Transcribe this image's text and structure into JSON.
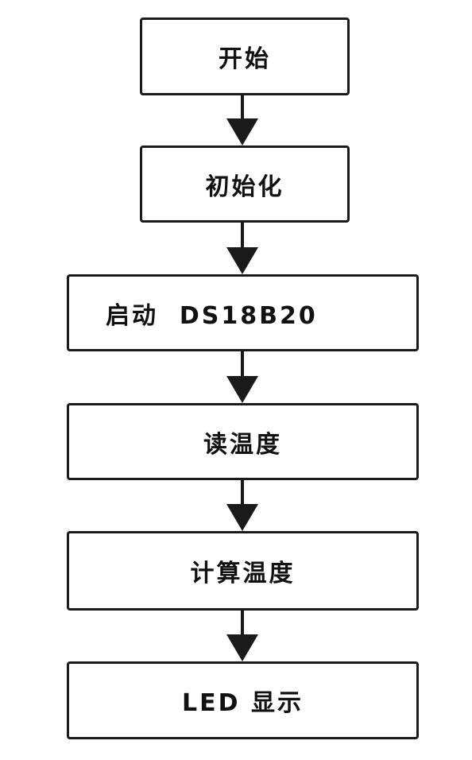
{
  "flowchart": {
    "steps": [
      {
        "id": "start",
        "label": "开始"
      },
      {
        "id": "init",
        "label": "初始化"
      },
      {
        "id": "start-ds18b20",
        "label": "启动  DS18B20"
      },
      {
        "id": "read-temp",
        "label": "读温度"
      },
      {
        "id": "calc-temp",
        "label": "计算温度"
      },
      {
        "id": "led-display",
        "label": "LED 显示"
      }
    ],
    "colors": {
      "stroke": "#1a1a1a",
      "text": "#111111",
      "background": "#ffffff"
    }
  }
}
